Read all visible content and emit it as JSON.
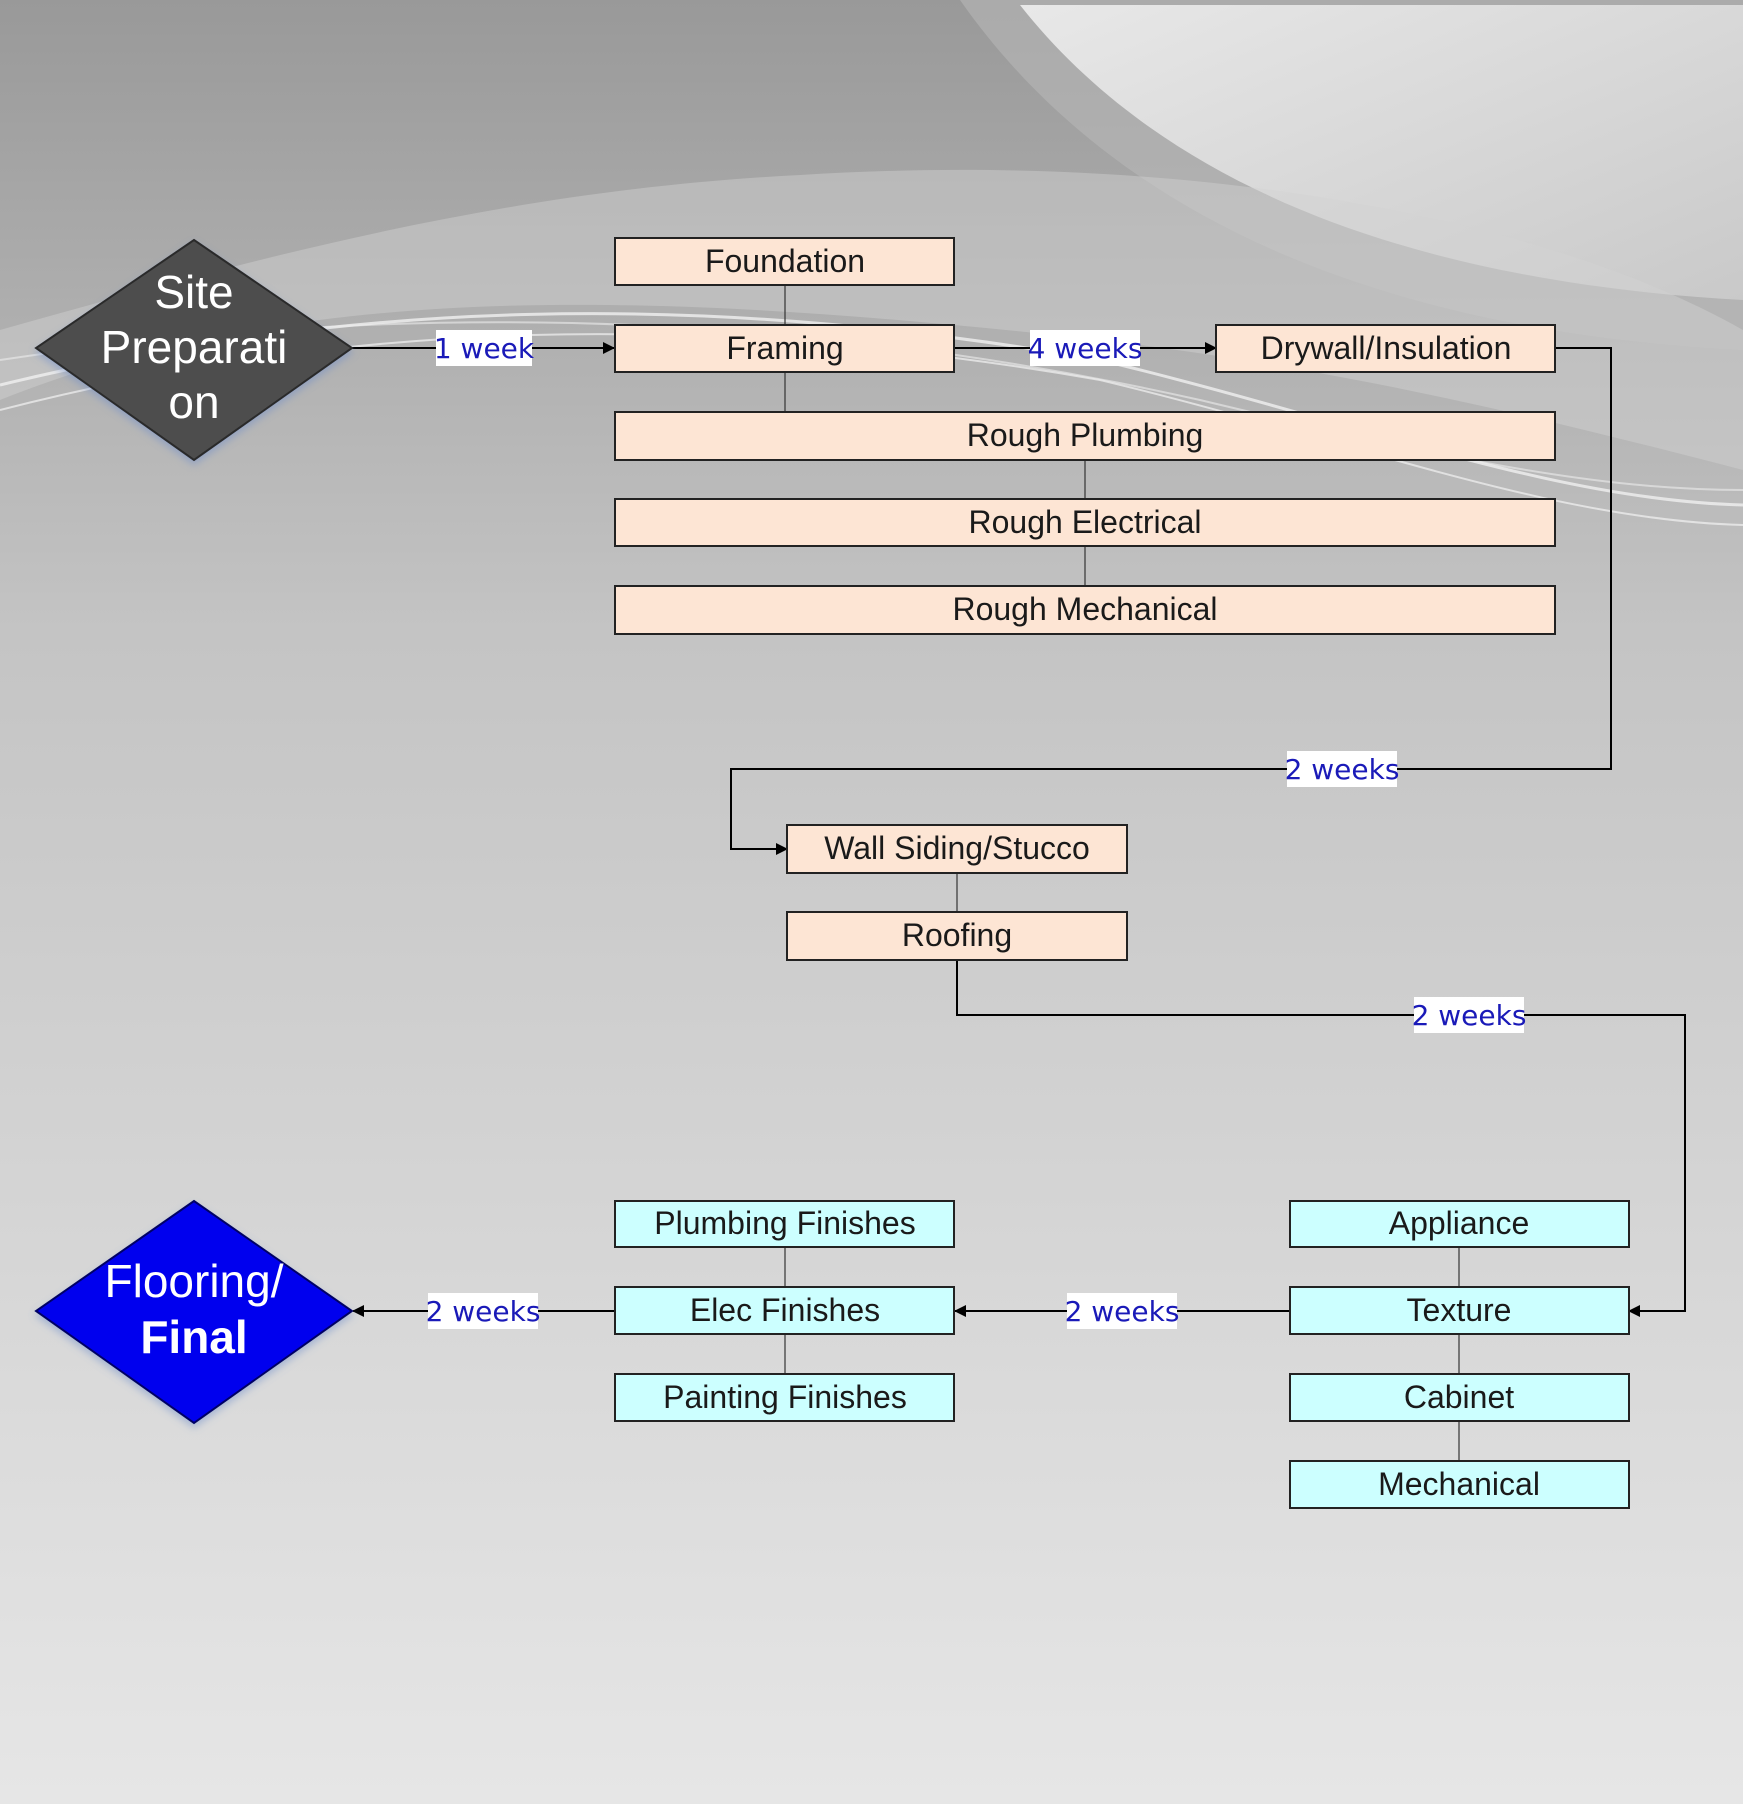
{
  "colors": {
    "peach": "#fde5d4",
    "cyan": "#ccffff",
    "start_diamond": "#4d4d4d",
    "end_diamond": "#0000ee",
    "label_text": "#1a1ab8"
  },
  "start": {
    "line1": "Site",
    "line2": "Preparati",
    "line3": "on"
  },
  "end": {
    "line1": "Flooring/",
    "line2": "Final"
  },
  "tasks": {
    "foundation": "Foundation",
    "framing": "Framing",
    "drywall": "Drywall/Insulation",
    "rough_plumbing": "Rough Plumbing",
    "rough_electrical": "Rough Electrical",
    "rough_mechanical": "Rough Mechanical",
    "wall_siding": "Wall Siding/Stucco",
    "roofing": "Roofing",
    "appliance": "Appliance",
    "texture": "Texture",
    "cabinet": "Cabinet",
    "mechanical": "Mechanical",
    "plumbing_finishes": "Plumbing Finishes",
    "elec_finishes": "Elec Finishes",
    "painting_finishes": "Painting Finishes"
  },
  "durations": {
    "site_to_framing": "1 week",
    "framing_to_drywall": "4 weeks",
    "drywall_to_siding": "2 weeks",
    "roofing_to_texture": "2 weeks",
    "texture_to_elec": "2 weeks",
    "elec_to_final": "2 weeks"
  }
}
